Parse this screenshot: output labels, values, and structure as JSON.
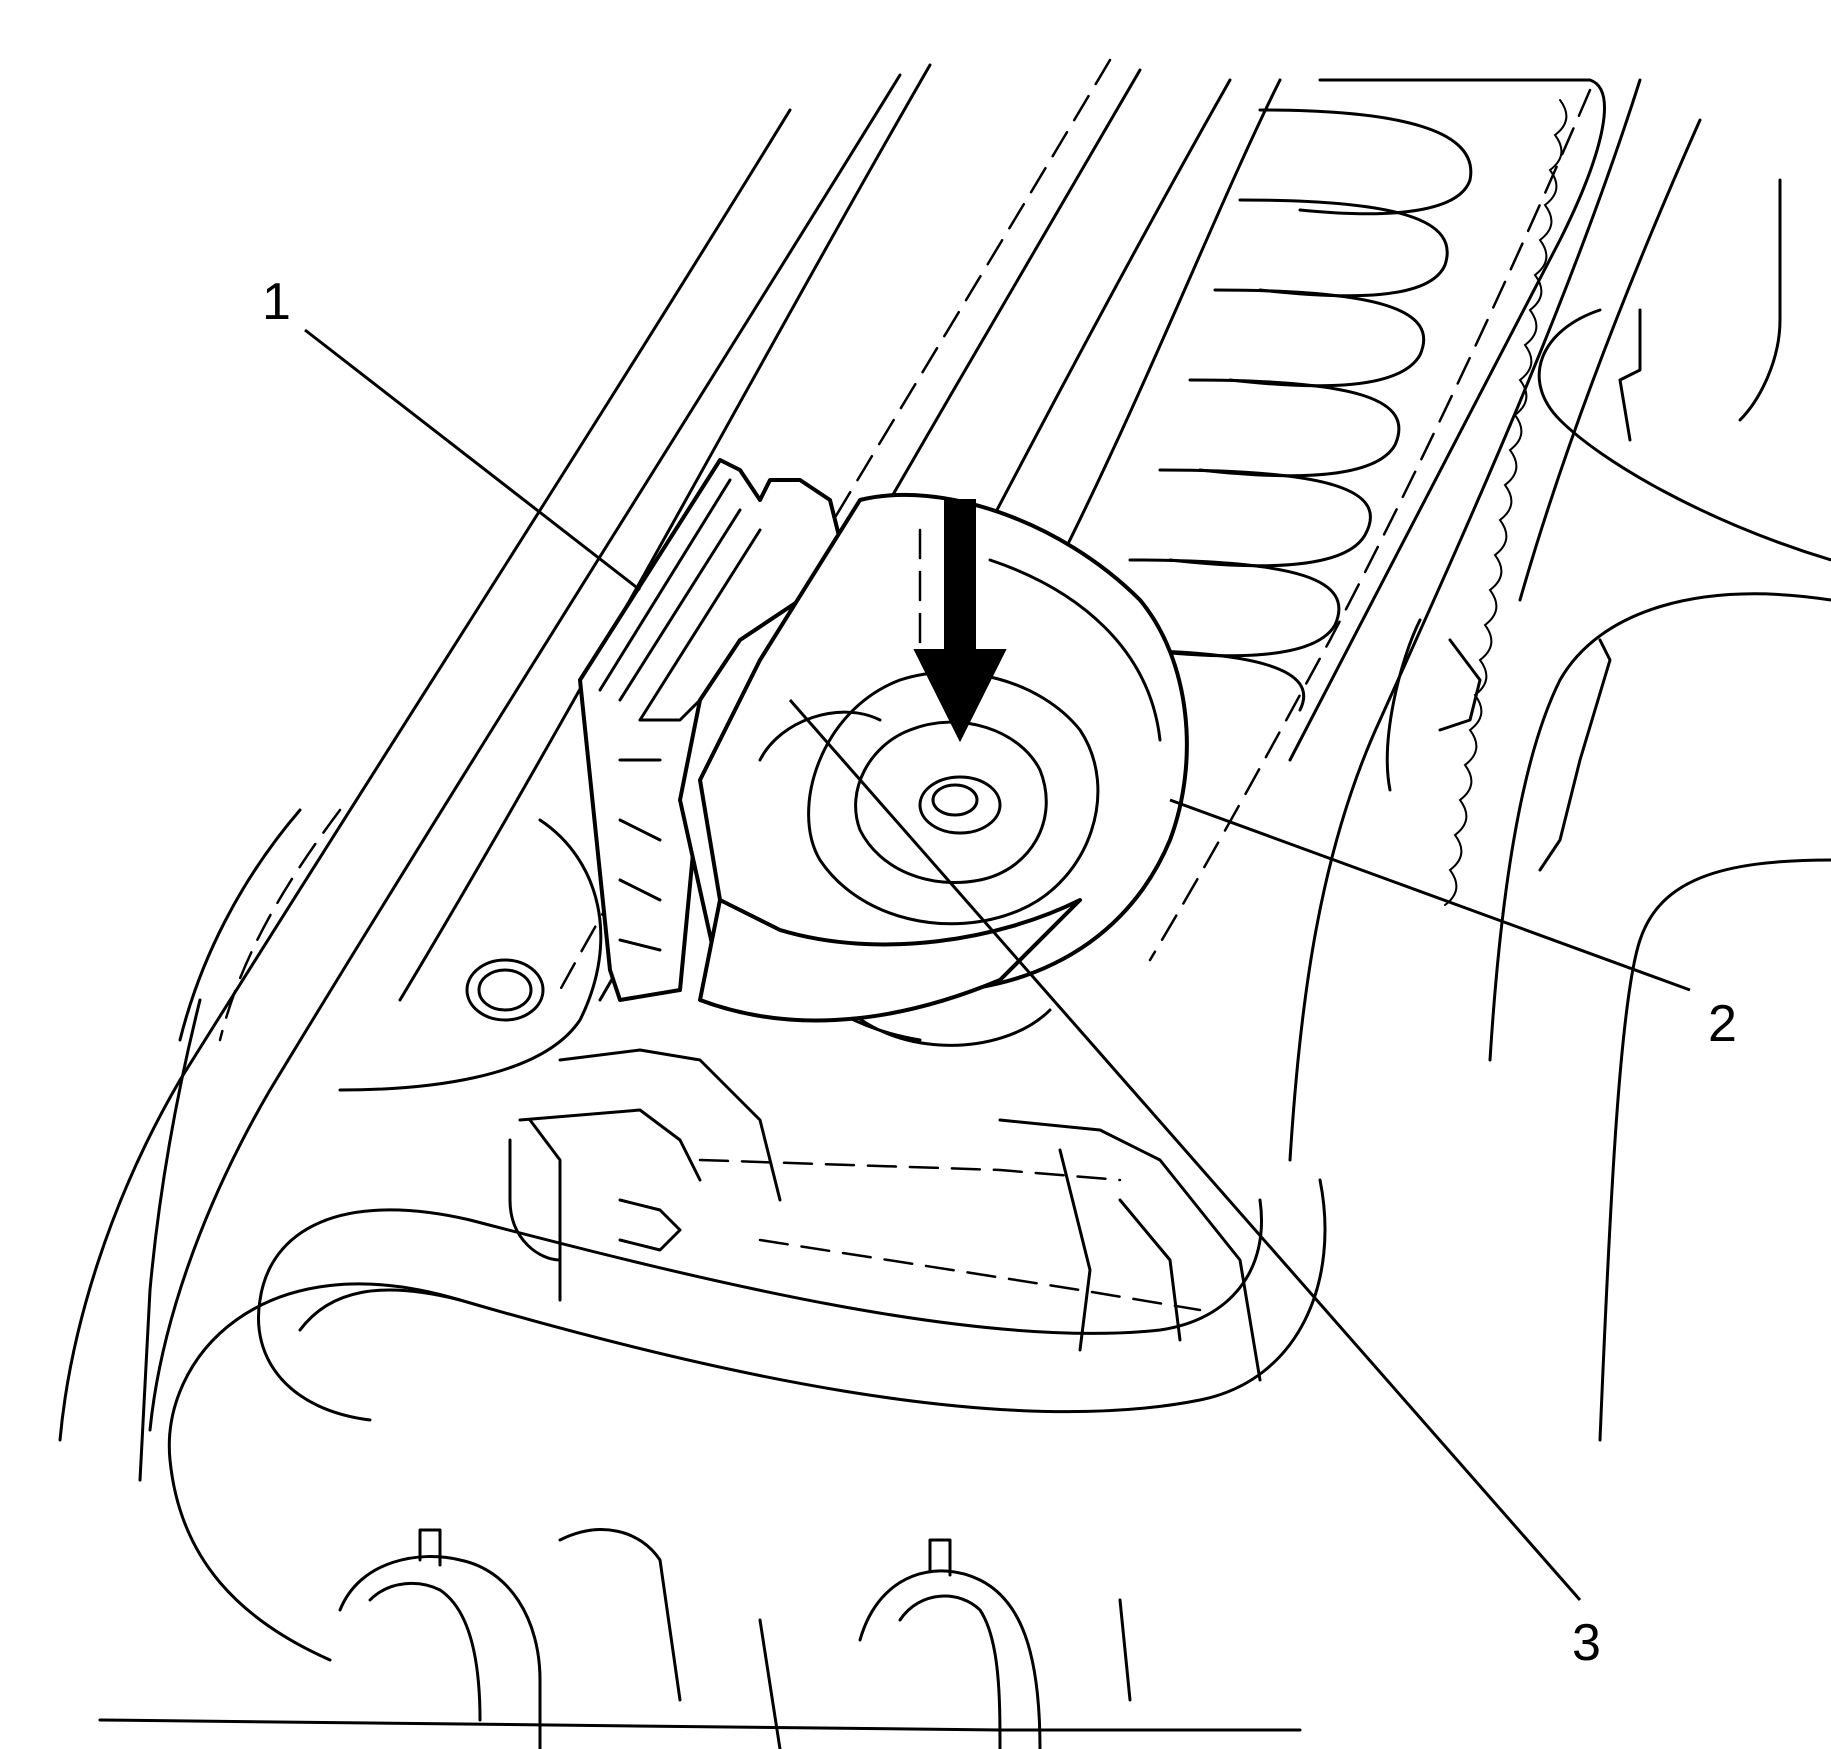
{
  "figure": {
    "callouts": {
      "c1": "1",
      "c2": "2",
      "c3": "3"
    },
    "arrow": "down-arrow"
  }
}
